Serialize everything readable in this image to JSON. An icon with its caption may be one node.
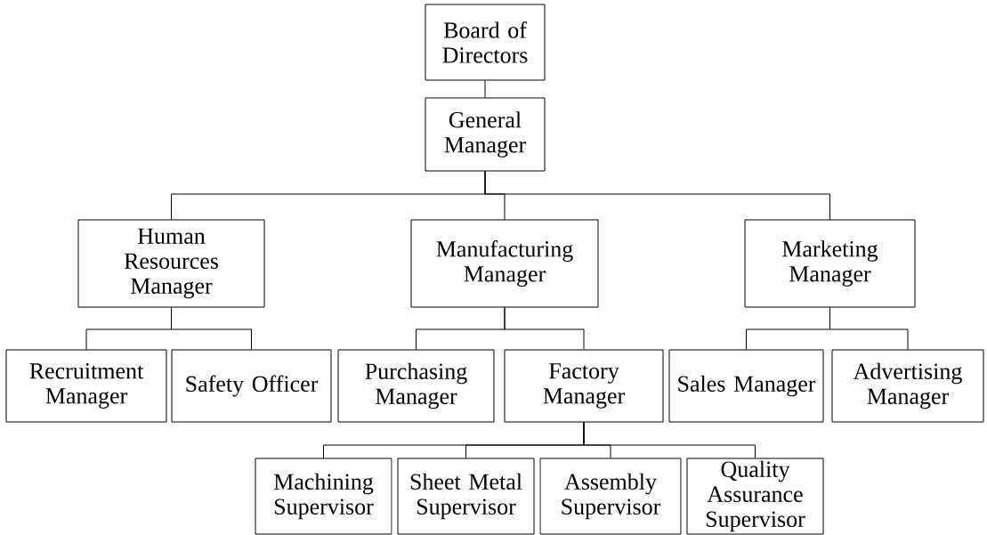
{
  "diagram": {
    "nodes": [
      {
        "text": [
          "Board of Directors"
        ]
      },
      {
        "text": [
          "General Manager"
        ]
      },
      {
        "text": [
          "Human Resources Manager"
        ]
      },
      {
        "text": [
          "Manufacturing Manager"
        ]
      },
      {
        "text": [
          "Marketing Manager"
        ]
      },
      {
        "text": [
          "Recruitment Manager"
        ]
      },
      {
        "text": [
          "Safety Officer"
        ]
      },
      {
        "text": [
          "Purchasing Manager"
        ]
      },
      {
        "text": [
          "Factory Manager"
        ]
      },
      {
        "text": [
          "Sales Manager"
        ]
      },
      {
        "text": [
          "Advertising Manager"
        ]
      },
      {
        "text": [
          "Machining Supervisor"
        ]
      },
      {
        "text": [
          "Sheet Metal Supervisor"
        ]
      },
      {
        "text": [
          "Assembly Supervisor"
        ]
      },
      {
        "text": [
          "Quality Assurance Supervisor"
        ]
      }
    ],
    "edges": [
      {
        "from": 0,
        "to": 1,
        "arrow": "none"
      },
      {
        "from": 1,
        "to": 2,
        "arrow": "none"
      },
      {
        "from": 1,
        "to": 3,
        "arrow": "none"
      },
      {
        "from": 1,
        "to": 4,
        "arrow": "none"
      },
      {
        "from": 2,
        "to": 5,
        "arrow": "none"
      },
      {
        "from": 2,
        "to": 6,
        "arrow": "none"
      },
      {
        "from": 3,
        "to": 7,
        "arrow": "none"
      },
      {
        "from": 3,
        "to": 8,
        "arrow": "none"
      },
      {
        "from": 4,
        "to": 9,
        "arrow": "none"
      },
      {
        "from": 4,
        "to": 10,
        "arrow": "none"
      },
      {
        "from": 8,
        "to": 11,
        "arrow": "none"
      },
      {
        "from": 8,
        "to": 12,
        "arrow": "none"
      },
      {
        "from": 8,
        "to": 13,
        "arrow": "none"
      },
      {
        "from": 8,
        "to": 14,
        "arrow": "none"
      }
    ]
  }
}
